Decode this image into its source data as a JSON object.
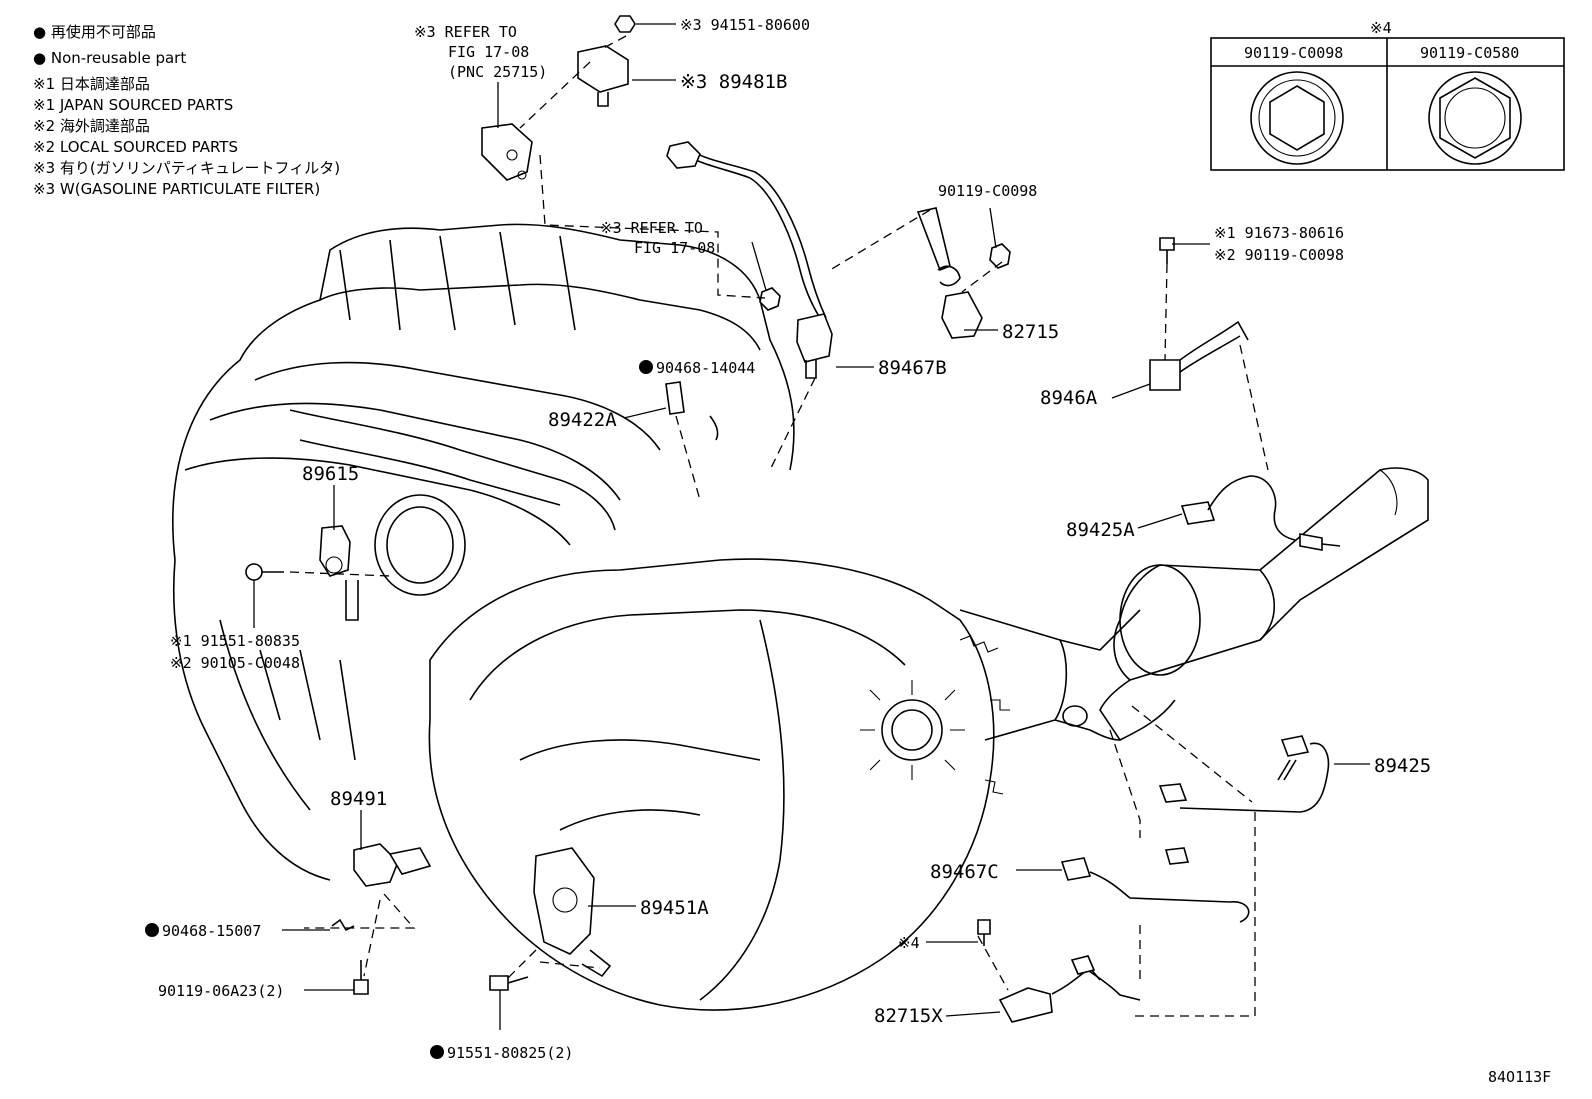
{
  "legend": [
    "● 再使用不可部品",
    "● Non-reusable part",
    "※1 日本調達部品",
    "※1 JAPAN SOURCED PARTS",
    "※2 海外調達部品",
    "※2 LOCAL SOURCED PARTS",
    "※3 有り(ガソリンパティキュレートフィルタ)",
    "※3 W(GASOLINE PARTICULATE FILTER)"
  ],
  "refer_top": {
    "line1": "※3 REFER TO",
    "line2": "FIG 17-08",
    "line3": "(PNC 25715)"
  },
  "refer_mid": {
    "line1": "※3 REFER TO",
    "line2": "FIG 17-08"
  },
  "note4_table": {
    "header": "※4",
    "col1": "90119-C0098",
    "col2": "90119-C0580"
  },
  "labels": {
    "p94151": "※3 94151-80600",
    "p89481B": "※3 89481B",
    "p90119a": "90119-C0098",
    "p82715": "82715",
    "p91673": "※1 91673-80616",
    "p90119b": "※2 90119-C0098",
    "p8946A": "8946A",
    "p90468_14044": "90468-14044",
    "p89467B": "89467B",
    "p89422A": "89422A",
    "p89615": "89615",
    "p89425A": "89425A",
    "p91551_80835": "※1 91551-80835",
    "p90105": "※2 90105-C0048",
    "p89425": "89425",
    "p89491": "89491",
    "p89467C": "89467C",
    "p89451A": "89451A",
    "p90468_15007": "90468-15007",
    "p90119_06A23": "90119-06A23(2)",
    "p91551_80825": "91551-80825(2)",
    "note4": "※4",
    "p82715X": "82715X"
  },
  "figure_code": "84O113F"
}
